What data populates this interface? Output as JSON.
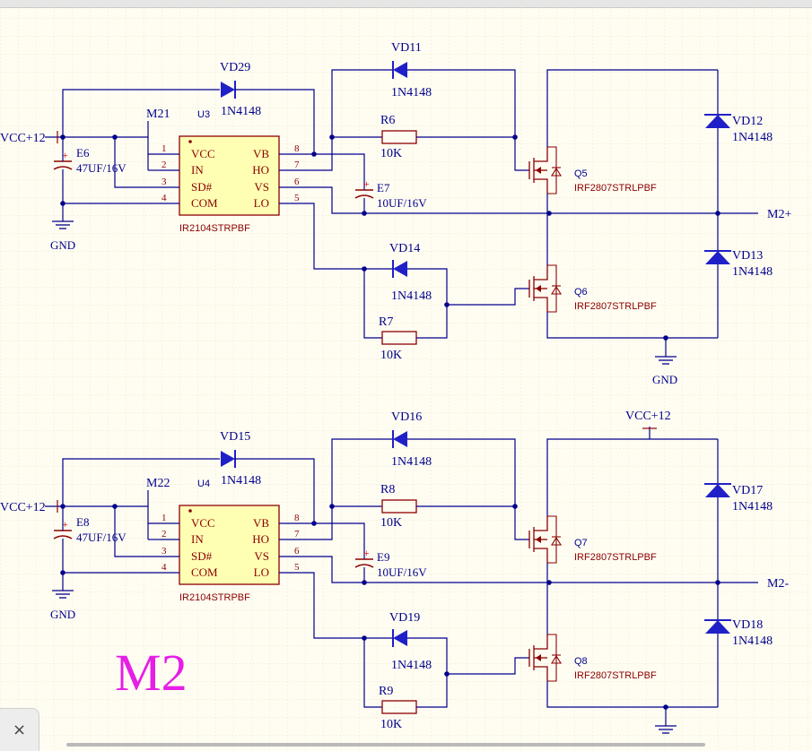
{
  "sheet_label": "M2",
  "colors": {
    "wire": "#00008C",
    "part": "#8B0000",
    "text": "#00008C",
    "body": "#FFFFB4",
    "diode": "#2020C8",
    "accent": "#E61EE6",
    "grid": "#ECE7D2"
  },
  "stage_top": {
    "vcc_in": "VCC+12",
    "gnd": "GND",
    "cap_in": "E6",
    "cap_in_val": "47UF/16V",
    "signal": "M21",
    "ic_ref": "U3",
    "ic_part": "IR2104STRPBF",
    "boot_diode": "VD29",
    "boot_diode_val": "1N4148",
    "boot_cap": "E7",
    "boot_cap_val": "10UF/16V",
    "hi_diode": "VD11",
    "hi_diode_val": "1N4148",
    "hi_res": "R6",
    "hi_res_val": "10K",
    "lo_diode": "VD14",
    "lo_diode_val": "1N4148",
    "lo_res": "R7",
    "lo_res_val": "10K",
    "hi_fet": "Q5",
    "lo_fet": "Q6",
    "fet_part": "IRF2807STRLPBF",
    "clamp_hi": "VD12",
    "clamp_hi_val": "1N4148",
    "clamp_lo": "VD13",
    "clamp_lo_val": "1N4148",
    "out": "M2+",
    "gnd_out": "GND",
    "vcc_top": ""
  },
  "stage_bottom": {
    "vcc_in": "VCC+12",
    "gnd": "GND",
    "cap_in": "E8",
    "cap_in_val": "47UF/16V",
    "signal": "M22",
    "ic_ref": "U4",
    "ic_part": "IR2104STRPBF",
    "boot_diode": "VD15",
    "boot_diode_val": "1N4148",
    "boot_cap": "E9",
    "boot_cap_val": "10UF/16V",
    "hi_diode": "VD16",
    "hi_diode_val": "1N4148",
    "hi_res": "R8",
    "hi_res_val": "10K",
    "lo_diode": "VD19",
    "lo_diode_val": "1N4148",
    "lo_res": "R9",
    "lo_res_val": "10K",
    "hi_fet": "Q7",
    "lo_fet": "Q8",
    "fet_part": "IRF2807STRLPBF",
    "clamp_hi": "VD17",
    "clamp_hi_val": "1N4148",
    "clamp_lo": "VD18",
    "clamp_lo_val": "1N4148",
    "out": "M2-",
    "gnd_out": "",
    "vcc_top": "VCC+12"
  },
  "ic_pins": {
    "left": [
      "VCC",
      "IN",
      "SD#",
      "COM"
    ],
    "right": [
      "VB",
      "HO",
      "VS",
      "LO"
    ],
    "left_nums": [
      "1",
      "2",
      "3",
      "4"
    ],
    "right_nums": [
      "8",
      "7",
      "6",
      "5"
    ]
  },
  "ui": {
    "close_glyph": "×"
  }
}
